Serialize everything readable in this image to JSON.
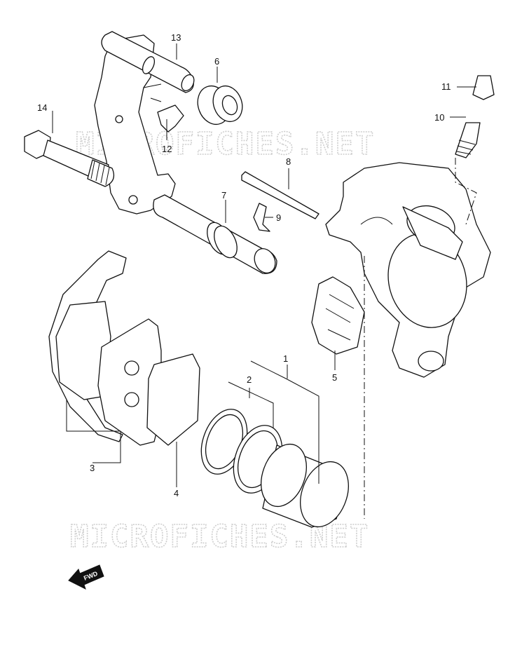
{
  "watermark": "MICROFICHES.NET",
  "direction_label": "FWD",
  "callouts": {
    "c1": "1",
    "c2": "2",
    "c3": "3",
    "c4": "4",
    "c5": "5",
    "c6": "6",
    "c7": "7",
    "c8": "8",
    "c9": "9",
    "c10": "10",
    "c11": "11",
    "c12": "12",
    "c13": "13",
    "c14": "14"
  }
}
